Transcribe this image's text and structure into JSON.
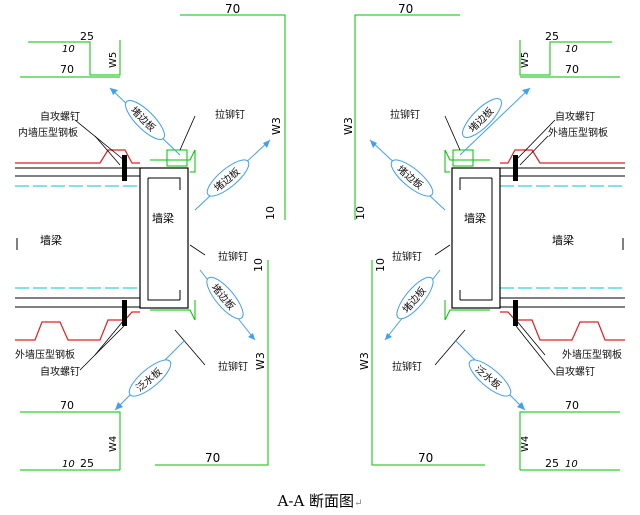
{
  "caption": "A-A 断面图",
  "caption_mark": "↵",
  "dims": {
    "top_70": "70",
    "w5": "W5",
    "w3": "W3",
    "w4": "W4",
    "d25": "25",
    "d10": "10",
    "d70": "70"
  },
  "labels": {
    "self_tapping_screw": "自攻螺钉",
    "inner_wall_panel": "内墙压型钢板",
    "outer_wall_panel": "外墙压型钢板",
    "blind_rivet": "拉铆钉",
    "wall_beam": "墙梁",
    "flashing": "堵边板",
    "drip": "泛水板"
  },
  "colors": {
    "dim_line": "#00c000",
    "leader": "#000000",
    "panel_red": "#e02020",
    "cyan": "#00c8c8",
    "arrow": "#40a0f0",
    "member": "#000000"
  }
}
